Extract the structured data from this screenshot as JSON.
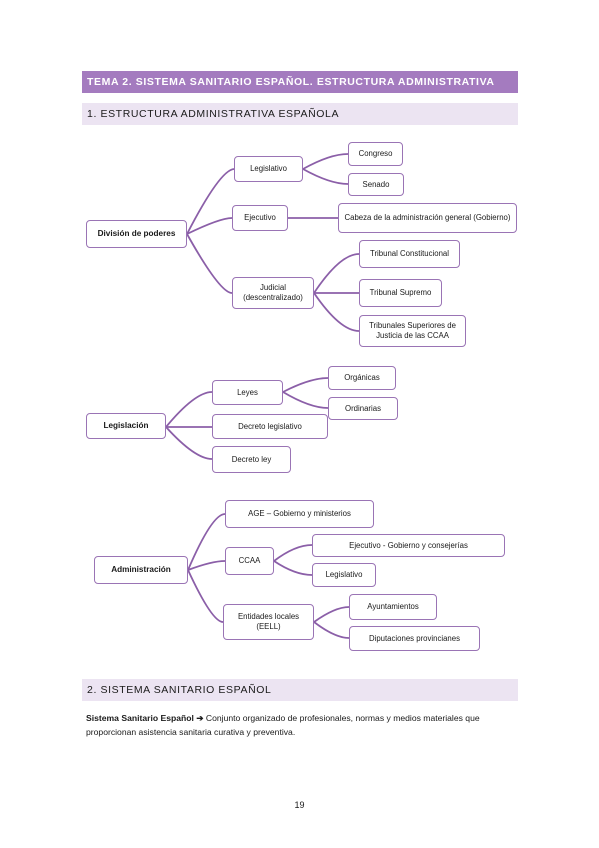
{
  "header": {
    "title": "TEMA 2. SISTEMA SANITARIO ESPAÑOL. ESTRUCTURA ADMINISTRATIVA"
  },
  "section1": {
    "title": "1. ESTRUCTURA ADMINISTRATIVA ESPAÑOLA"
  },
  "diagram1": {
    "root": "División de poderes",
    "legislativo": "Legislativo",
    "congreso": "Congreso",
    "senado": "Senado",
    "ejecutivo": "Ejecutivo",
    "cabeza": "Cabeza de la administración general (Gobierno)",
    "judicial": "Judicial (descentralizado)",
    "tribunal_constitucional": "Tribunal Constitucional",
    "tribunal_supremo": "Tribunal Supremo",
    "tribunales_superiores": "Tribunales Superiores de Justicia de las CCAA"
  },
  "diagram2": {
    "root": "Legislación",
    "leyes": "Leyes",
    "organicas": "Orgánicas",
    "ordinarias": "Ordinarias",
    "decreto_legislativo": "Decreto legislativo",
    "decreto_ley": "Decreto ley"
  },
  "diagram3": {
    "root": "Administración",
    "age": "AGE – Gobierno y ministerios",
    "ccaa": "CCAA",
    "ejecutivo_ccaa": "Ejecutivo - Gobierno y consejerías",
    "legislativo_ccaa": "Legislativo",
    "eell": "Entidades locales (EELL)",
    "ayuntamientos": "Ayuntamientos",
    "diputaciones": "Diputaciones provincianes"
  },
  "section2": {
    "title": "2. SISTEMA SANITARIO ESPAÑOL"
  },
  "paragraph": {
    "term": "Sistema Sanitario Español",
    "arrow": "➔",
    "definition": "Conjunto organizado de profesionales, normas y medios materiales que proporcionan asistencia sanitaria curativa y preventiva."
  },
  "footer": {
    "page_number": "19"
  }
}
